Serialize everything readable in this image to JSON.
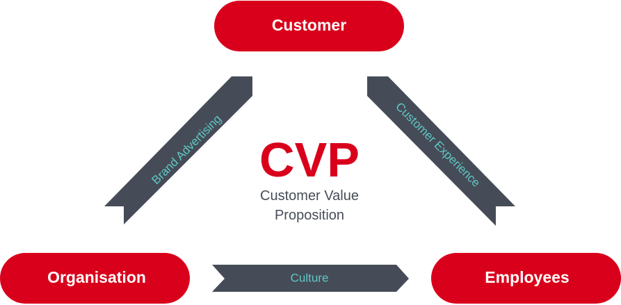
{
  "nodes": {
    "customer": {
      "label": "Customer"
    },
    "organisation": {
      "label": "Organisation"
    },
    "employees": {
      "label": "Employees"
    }
  },
  "links": {
    "brand_advertising": {
      "label": "Brand Advertising"
    },
    "customer_experience": {
      "label": "Customer Experience"
    },
    "culture": {
      "label": "Culture"
    }
  },
  "center": {
    "title": "CVP",
    "subtitle_line1": "Customer Value",
    "subtitle_line2": "Proposition"
  },
  "colors": {
    "node_fill": "#d9001b",
    "ribbon_fill": "#464c57",
    "ribbon_text": "#5ec8c6",
    "subtitle_text": "#464c57"
  }
}
